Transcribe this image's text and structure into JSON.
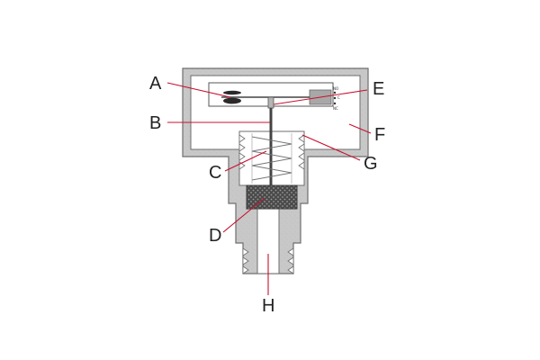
{
  "labels": {
    "a": "A",
    "b": "B",
    "c": "C",
    "d": "D",
    "e": "E",
    "f": "F",
    "g": "G",
    "h": "H"
  },
  "switch_terminals": {
    "no": "NO",
    "com": "C",
    "nc": "NC"
  },
  "colors": {
    "housing": "#c8c8c8",
    "outline": "#6e6e6e",
    "leader": "#c8102e",
    "filter_dark": "#4a4a4a",
    "contact": "#2a2a2a"
  }
}
